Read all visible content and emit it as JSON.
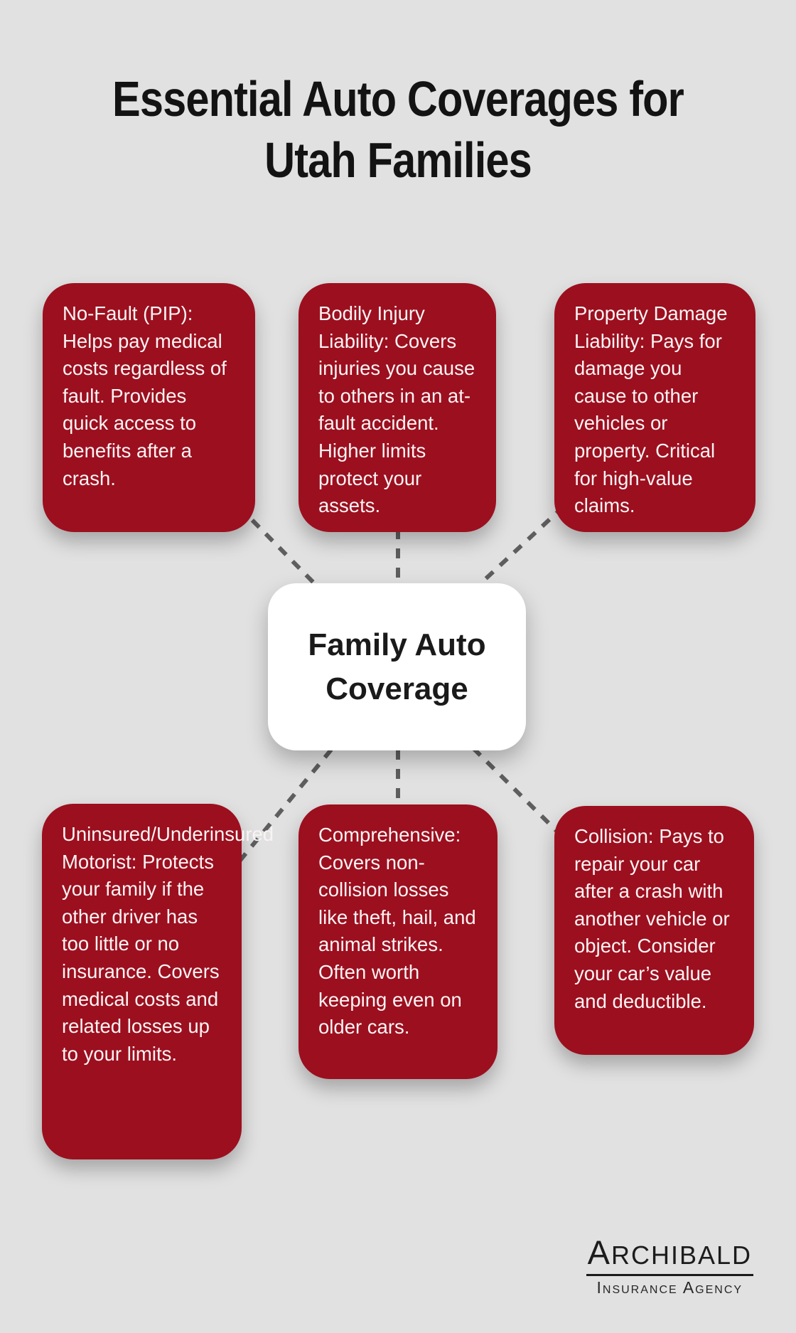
{
  "title": {
    "line1": "Essential Auto Coverages for",
    "line2": "Utah Families"
  },
  "center_node": {
    "line1": "Family Auto",
    "line2": "Coverage"
  },
  "cards": [
    {
      "id": "no-fault",
      "text": "No-Fault (PIP): Helps pay medical costs regardless of fault. Provides quick access to benefits after a crash."
    },
    {
      "id": "bodily-injury",
      "text": "Bodily Injury Liability: Covers injuries you cause to others in an at-fault accident. Higher limits protect your assets."
    },
    {
      "id": "property-damage",
      "text": "Property Damage Liability: Pays for damage you cause to other vehicles or property. Critical for high-value claims."
    },
    {
      "id": "uninsured",
      "text": "Uninsured/Underinsured Motorist: Protects your family if the other driver has too little or no insurance. Covers medical costs and related losses up to your limits."
    },
    {
      "id": "comprehensive",
      "text": "Comprehensive: Covers non-collision losses like theft, hail, and animal strikes. Often worth keeping even on older cars."
    },
    {
      "id": "collision",
      "text": "Collision: Pays to repair your car after a crash with another vehicle or object. Consider your car’s value and deductible."
    }
  ],
  "logo": {
    "name": "Archibald",
    "subtitle": "Insurance Agency"
  },
  "colors": {
    "box_red": "#9c0f1f",
    "background": "#e1e1e1",
    "connector": "#5e5e5e",
    "center_bg": "#ffffff",
    "title_text": "#131313",
    "card_text": "#f9f4f4"
  }
}
